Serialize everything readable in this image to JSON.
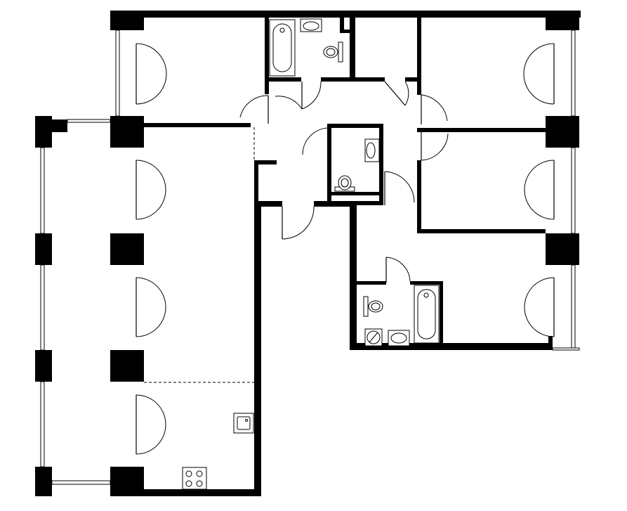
{
  "plan": {
    "wall_color": "#000000",
    "background_color": "#ffffff",
    "rooms": [
      "bedroom-top-left",
      "bedroom-top-right",
      "bedroom-middle-right",
      "bedroom-bottom-right",
      "living-kitchen",
      "hall",
      "bathroom-top",
      "wc-center",
      "bathroom-bottom",
      "storage-top-center"
    ],
    "fixtures": [
      "bathtub-icon",
      "washbasin-icon",
      "toilet-icon",
      "washing-machine-icon",
      "kitchen-sink-icon",
      "cooktop-icon"
    ]
  }
}
